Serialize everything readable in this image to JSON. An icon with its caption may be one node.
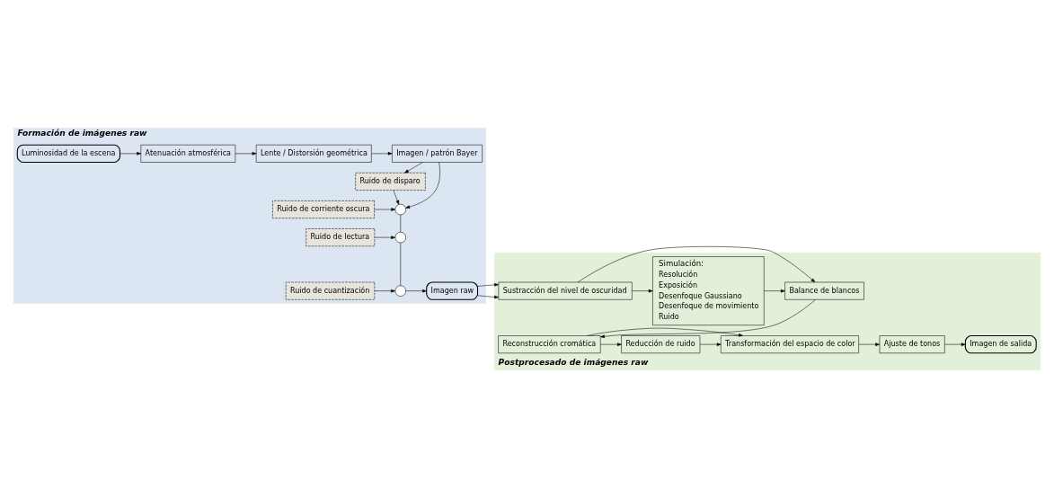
{
  "diagram": {
    "nodes": [
      {
        "text": [
          "Formación de imágenes raw"
        ]
      },
      {
        "text": [
          "Luminosidad de la escena"
        ],
        "in": 0
      },
      {
        "text": [
          "Atenuación atmosférica"
        ],
        "in": 0
      },
      {
        "text": [
          "Lente / Distorsión geométrica"
        ],
        "in": 0
      },
      {
        "text": [
          "Imagen / patrón Bayer"
        ],
        "in": 0
      },
      {
        "text": [
          "Ruido de disparo"
        ],
        "in": 0
      },
      {
        "text": [],
        "shape": "circle",
        "in": 0
      },
      {
        "text": [
          "Ruido de corriente oscura"
        ],
        "in": 0
      },
      {
        "text": [],
        "shape": "circle",
        "in": 0
      },
      {
        "text": [
          "Ruido de lectura"
        ],
        "in": 0
      },
      {
        "text": [
          "Imagen raw"
        ],
        "in": 0
      },
      {
        "text": [],
        "shape": "circle",
        "in": 0
      },
      {
        "text": [
          "Ruido de cuantización"
        ],
        "in": 0
      },
      {
        "text": [
          "Postprocesado de imágenes raw"
        ]
      },
      {
        "text": [
          "Sustracción del nivel de oscuridad"
        ],
        "in": 13
      },
      {
        "text": [
          "Simulación:",
          "Resolución",
          "Exposición",
          "Desenfoque Gaussiano",
          "Desenfoque de movimiento",
          "Ruido"
        ],
        "in": 13
      },
      {
        "text": [
          "Balance de blancos"
        ],
        "in": 13
      },
      {
        "text": [
          "Reconstrucción cromática"
        ],
        "in": 13
      },
      {
        "text": [
          "Reducción de ruido"
        ],
        "in": 13
      },
      {
        "text": [
          "Transformación del espacio de color"
        ],
        "in": 13
      },
      {
        "text": [
          "Ajuste de tonos"
        ],
        "in": 13
      },
      {
        "text": [
          "Imagen de salida"
        ],
        "in": 13
      }
    ],
    "edges": [
      {
        "from": 1,
        "to": 2,
        "arrow": "to"
      },
      {
        "from": 2,
        "to": 3,
        "arrow": "to"
      },
      {
        "from": 3,
        "to": 4,
        "arrow": "to"
      },
      {
        "from": 4,
        "to": 5,
        "arrow": "to"
      },
      {
        "from": 4,
        "to": 6,
        "arrow": "to"
      },
      {
        "from": 5,
        "to": 6,
        "arrow": "to"
      },
      {
        "from": 7,
        "to": 6,
        "arrow": "to"
      },
      {
        "from": 6,
        "to": 8,
        "arrow": "none"
      },
      {
        "from": 9,
        "to": 8,
        "arrow": "to"
      },
      {
        "from": 8,
        "to": 11,
        "arrow": "none"
      },
      {
        "from": 12,
        "to": 11,
        "arrow": "to"
      },
      {
        "from": 11,
        "to": 10,
        "arrow": "to"
      },
      {
        "from": 10,
        "to": 14,
        "arrow": "to"
      },
      {
        "from": 14,
        "to": 15,
        "arrow": "to"
      },
      {
        "from": 14,
        "to": 16,
        "arrow": "to"
      },
      {
        "from": 15,
        "to": 16,
        "arrow": "to"
      },
      {
        "from": 16,
        "to": 17,
        "arrow": "to"
      },
      {
        "from": 17,
        "to": 18,
        "arrow": "to"
      },
      {
        "from": 17,
        "to": 19,
        "arrow": "to"
      },
      {
        "from": 18,
        "to": 19,
        "arrow": "to"
      },
      {
        "from": 19,
        "to": 20,
        "arrow": "to"
      },
      {
        "from": 20,
        "to": 21,
        "arrow": "to"
      }
    ]
  }
}
